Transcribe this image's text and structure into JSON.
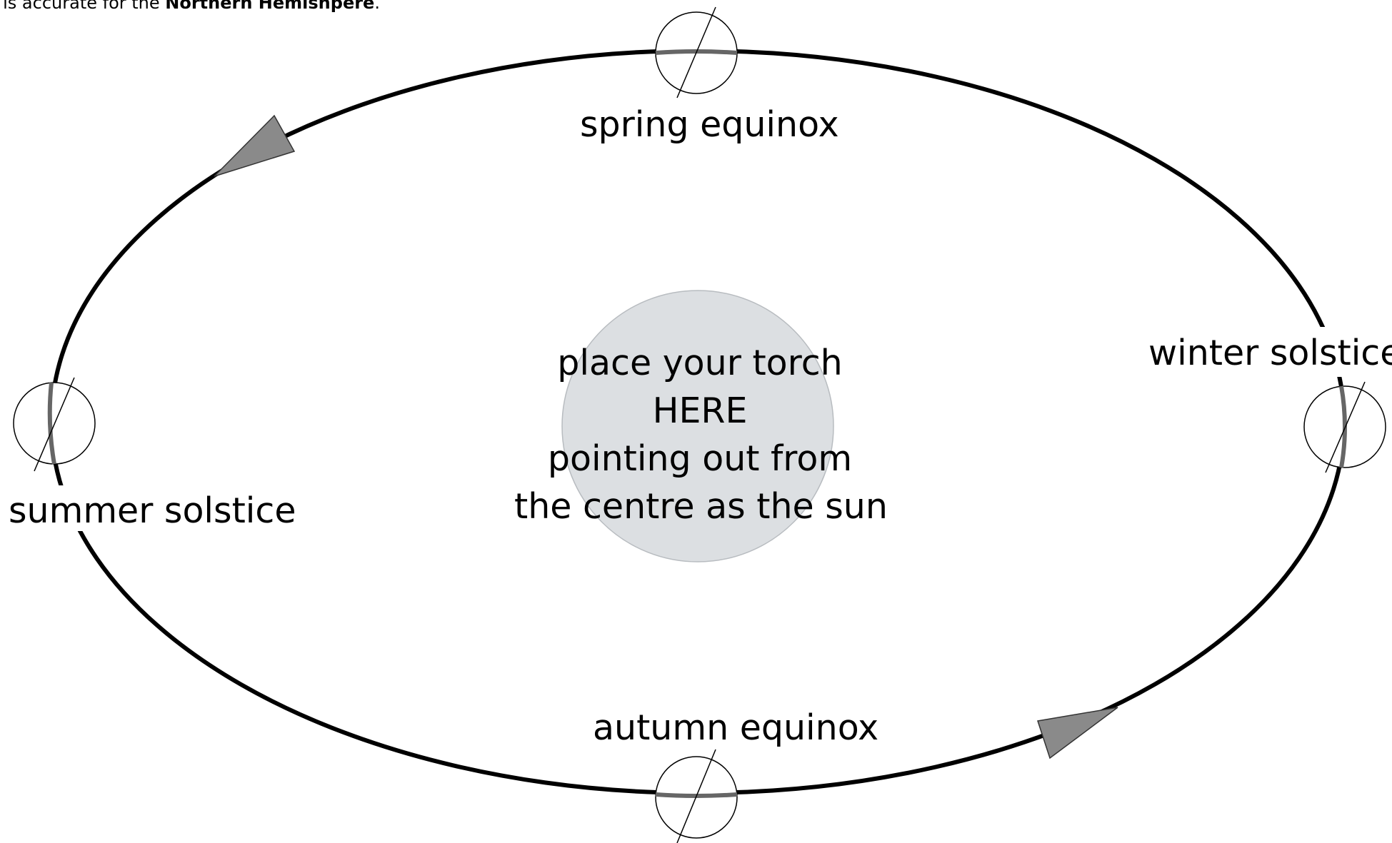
{
  "header": {
    "text_prefix": "s is accurate for the ",
    "text_bold": "Northern Hemishpere",
    "text_suffix": "."
  },
  "labels": {
    "spring": "spring equinox",
    "autumn": "autumn equinox",
    "winter": "winter solstice",
    "summer": "summer solstice"
  },
  "sun": {
    "line1": "place your torch",
    "line2": "HERE",
    "line3": "pointing out from",
    "line4": "the centre as the sun"
  },
  "colors": {
    "orbit": "#000000",
    "sun_fill": "#dcdfe2",
    "arrow_fill": "#8a8a8a"
  }
}
